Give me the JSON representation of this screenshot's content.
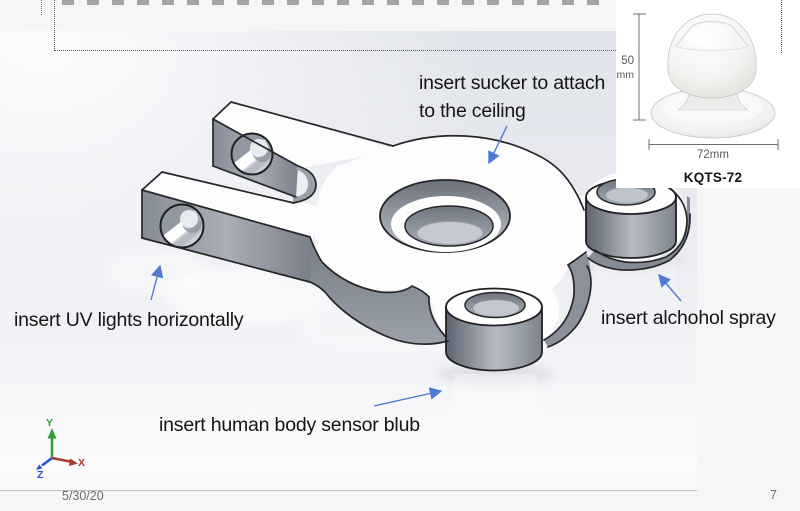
{
  "annotations": {
    "sucker_line1": "insert sucker to attach",
    "sucker_line2": "to the ceiling",
    "uv": "insert UV lights horizontally",
    "alcohol": "insert alchohol spray",
    "sensor": "insert human body sensor blub"
  },
  "product_image": {
    "height_value": "50",
    "height_unit": "mm",
    "width_label": "72mm",
    "model_code": "KQTS-72"
  },
  "axis_triad": {
    "x": "X",
    "y": "Y",
    "z": "Z"
  },
  "footer": {
    "date": "5/30/20",
    "page_number": "7"
  },
  "colors": {
    "annotation_arrow": "#4e7ad0",
    "axis_x": "#a83a2f",
    "axis_y": "#2f9e3a",
    "axis_z": "#2a50d4"
  }
}
